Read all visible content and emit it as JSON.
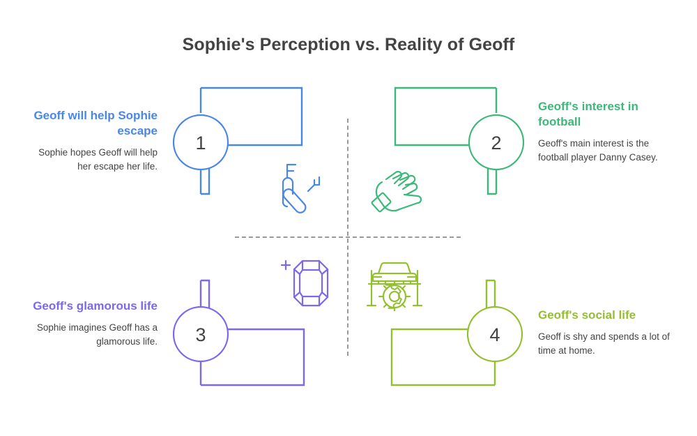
{
  "page": {
    "title": "Sophie's Perception vs. Reality of Geoff",
    "background_color": "#ffffff",
    "title_color": "#434343",
    "body_text_color": "#434343",
    "divider_color": "#999999"
  },
  "quadrants": [
    {
      "number": "1",
      "heading": "Geoff will help Sophie escape",
      "body": "Sophie hopes Geoff will help her escape her life.",
      "color": "#4a86e8",
      "icon": "key-icon",
      "position": "top-left",
      "text_align": "right"
    },
    {
      "number": "2",
      "heading": "Geoff's interest in football",
      "body": "Geoff's main interest is the football player Danny Casey.",
      "color": "#3cb878",
      "icon": "glove-icon",
      "position": "top-right",
      "text_align": "left"
    },
    {
      "number": "3",
      "heading": "Geoff's glamorous life",
      "body": "Sophie imagines Geoff has a glamorous life.",
      "color": "#7b68ee",
      "icon": "gem-icon",
      "position": "bottom-left",
      "text_align": "right"
    },
    {
      "number": "4",
      "heading": "Geoff's social life",
      "body": "Geoff is shy and spends a lot of time at home.",
      "color": "#94bf30",
      "icon": "car-lift-gear-icon",
      "position": "bottom-right",
      "text_align": "left"
    }
  ]
}
